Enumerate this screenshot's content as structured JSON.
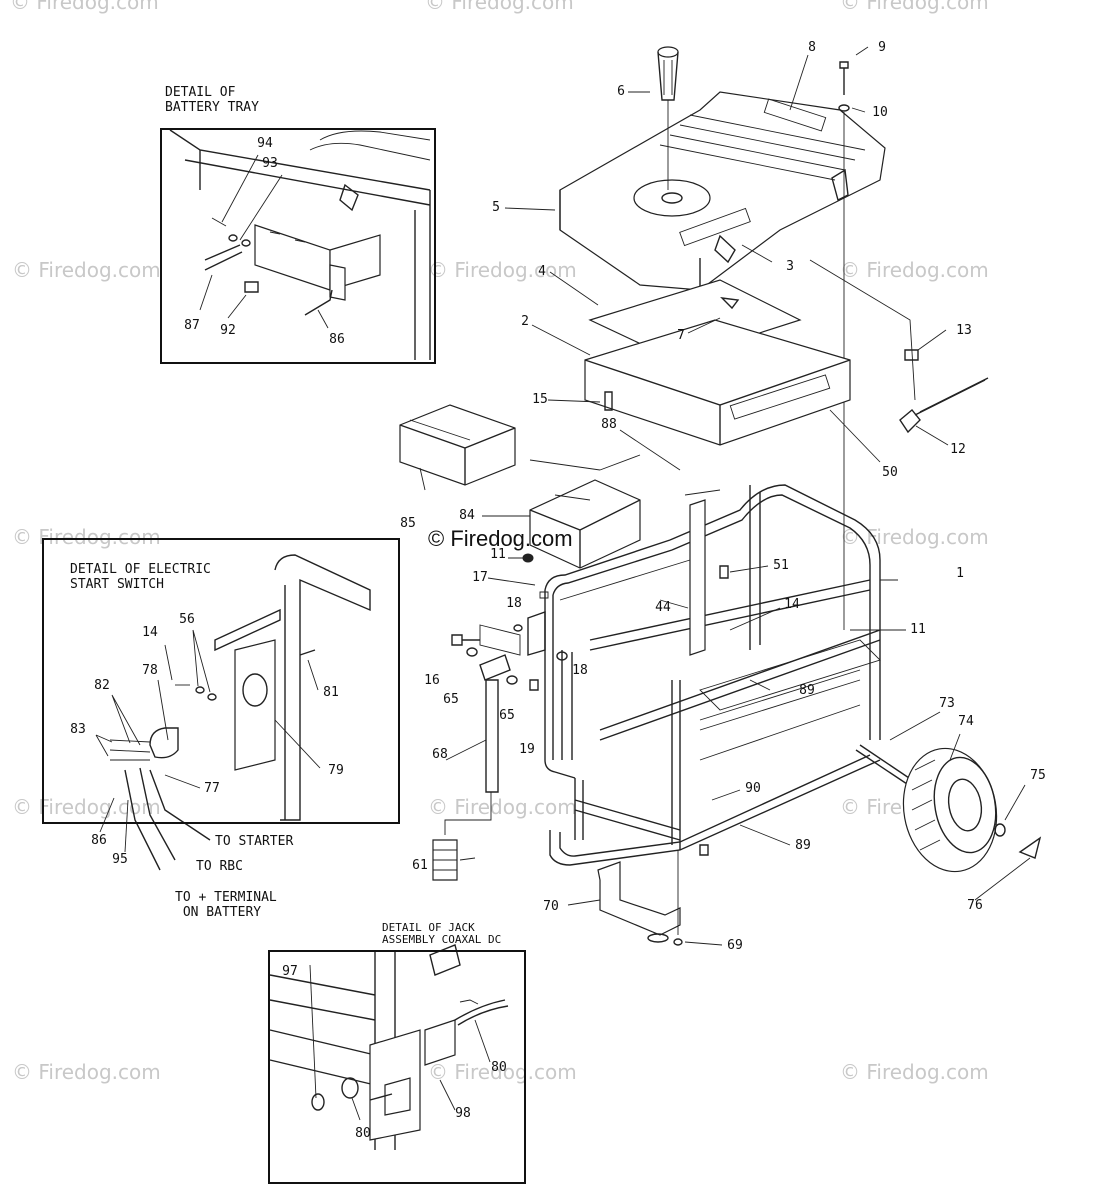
{
  "watermark": "© Firedog.com",
  "brand_mark": "© Firedog.com",
  "detail_battery_tray": {
    "caption": "DETAIL OF\nBATTERY TRAY"
  },
  "detail_electric_start": {
    "caption": "DETAIL OF ELECTRIC\nSTART SWITCH"
  },
  "detail_jack": {
    "caption": "DETAIL OF JACK\nASSEMBLY COAXAL DC"
  },
  "wire_labels": {
    "to_starter": "TO STARTER",
    "to_rbc": "TO RBC",
    "to_terminal": "TO + TERMINAL\n ON BATTERY"
  },
  "part_numbers": [
    "1",
    "2",
    "3",
    "4",
    "5",
    "6",
    "7",
    "8",
    "9",
    "10",
    "11",
    "11",
    "12",
    "13",
    "14",
    "14",
    "15",
    "16",
    "17",
    "18",
    "18",
    "19",
    "44",
    "50",
    "51",
    "56",
    "61",
    "65",
    "65",
    "68",
    "69",
    "70",
    "73",
    "74",
    "75",
    "76",
    "77",
    "78",
    "79",
    "80",
    "80",
    "81",
    "82",
    "83",
    "84",
    "85",
    "86",
    "86",
    "87",
    "88",
    "89",
    "89",
    "90",
    "92",
    "93",
    "94",
    "95",
    "97",
    "98"
  ]
}
